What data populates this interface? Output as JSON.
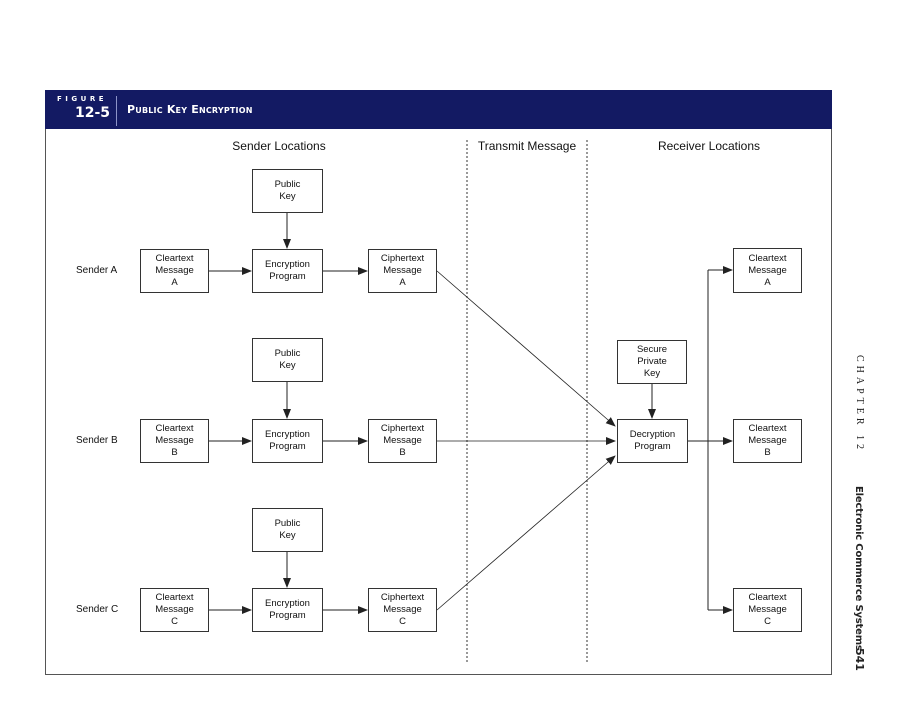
{
  "figure": {
    "label": "FIGURE",
    "number": "12-5",
    "title": "Public Key Encryption"
  },
  "sections": {
    "sender": "Sender Locations",
    "transmit": "Transmit Message",
    "receiver": "Receiver Locations"
  },
  "senders": [
    {
      "label": "Sender A",
      "public_key": [
        "Public",
        "Key"
      ],
      "cleartext": [
        "Cleartext",
        "Message",
        "A"
      ],
      "encryption": [
        "Encryption",
        "Program"
      ],
      "ciphertext": [
        "Ciphertext",
        "Message",
        "A"
      ]
    },
    {
      "label": "Sender B",
      "public_key": [
        "Public",
        "Key"
      ],
      "cleartext": [
        "Cleartext",
        "Message",
        "B"
      ],
      "encryption": [
        "Encryption",
        "Program"
      ],
      "ciphertext": [
        "Ciphertext",
        "Message",
        "B"
      ]
    },
    {
      "label": "Sender C",
      "public_key": [
        "Public",
        "Key"
      ],
      "cleartext": [
        "Cleartext",
        "Message",
        "C"
      ],
      "encryption": [
        "Encryption",
        "Program"
      ],
      "ciphertext": [
        "Ciphertext",
        "Message",
        "C"
      ]
    }
  ],
  "receiver": {
    "private_key": [
      "Secure",
      "Private",
      "Key"
    ],
    "decryption": [
      "Decryption",
      "Program"
    ],
    "outputs": [
      [
        "Cleartext",
        "Message",
        "A"
      ],
      [
        "Cleartext",
        "Message",
        "B"
      ],
      [
        "Cleartext",
        "Message",
        "C"
      ]
    ]
  },
  "sidebar": {
    "chapter": "CHAPTER 12",
    "book_title": "Electronic Commerce Systems",
    "page_number": "541"
  },
  "colors": {
    "header_bg": "#131a63",
    "header_text": "#ffffff",
    "line": "#222222"
  }
}
